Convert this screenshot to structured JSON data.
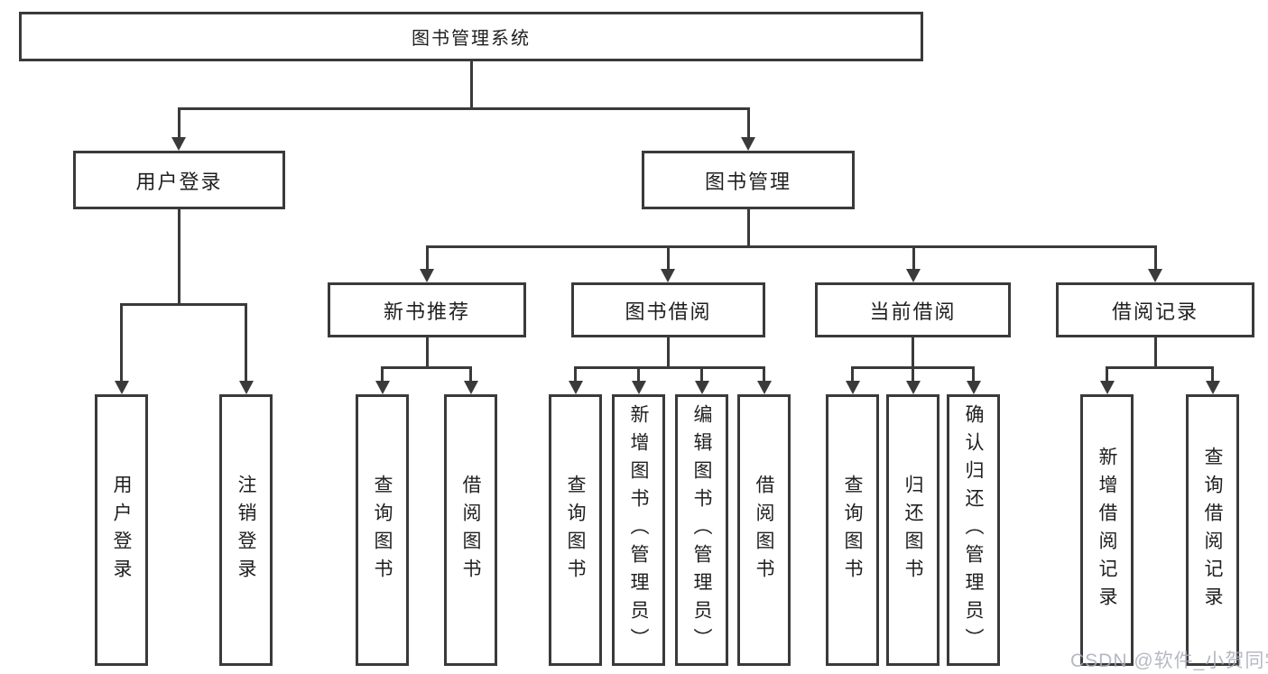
{
  "colors": {
    "line": "#3a3a3a",
    "text": "#1f1f1f",
    "background": "#ffffff",
    "watermark": "#a8adb8"
  },
  "nodes": {
    "root": {
      "label": "图书管理系统"
    },
    "user_login": {
      "label": "用户登录"
    },
    "book_mgmt": {
      "label": "图书管理"
    },
    "new_book": {
      "label": "新书推荐"
    },
    "book_borrow": {
      "label": "图书借阅"
    },
    "current_borrow": {
      "label": "当前借阅"
    },
    "borrow_record": {
      "label": "借阅记录"
    },
    "leaves": [
      {
        "label": "用户登录"
      },
      {
        "label": "注销登录"
      },
      {
        "label": "查询图书"
      },
      {
        "label": "借阅图书"
      },
      {
        "label": "查询图书"
      },
      {
        "label": "新增图书（管理员）"
      },
      {
        "label": "编辑图书（管理员）"
      },
      {
        "label": "借阅图书"
      },
      {
        "label": "查询图书"
      },
      {
        "label": "归还图书"
      },
      {
        "label": "确认归还（管理员）"
      },
      {
        "label": "新增借阅记录"
      },
      {
        "label": "查询借阅记录"
      }
    ]
  },
  "watermark": {
    "text": "CSDN @软件_小贺同学"
  }
}
